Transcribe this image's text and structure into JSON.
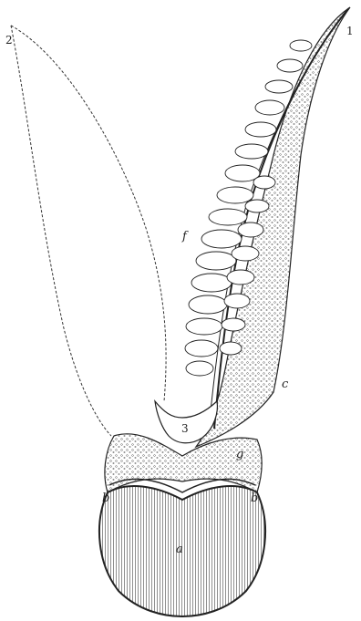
{
  "figure": {
    "labels": {
      "one": "1",
      "two": "2",
      "three": "3",
      "a": "a",
      "b_left": "b",
      "b_right": "b",
      "c": "c",
      "f": "f",
      "g": "g"
    },
    "colors": {
      "ink": "#222222",
      "paper": "#ffffff"
    }
  }
}
